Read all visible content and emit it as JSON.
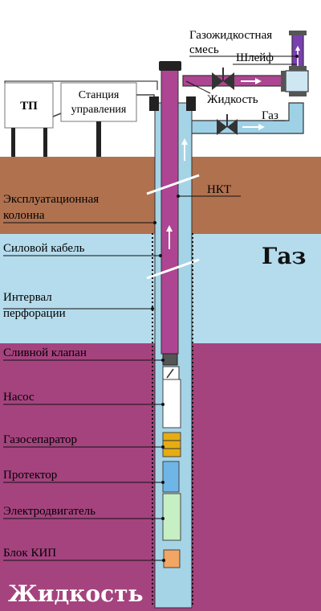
{
  "labels": {
    "mixture_line1": "Газожидкостная",
    "mixture_line2": "смесь",
    "shleif": "Шлейф",
    "liquid_pipe": "Жидкость",
    "gas_pipe": "Газ",
    "tp": "ТП",
    "control_line1": "Станция",
    "control_line2": "управления",
    "nkt": "НКТ",
    "casing_line1": "Эксплуатационная",
    "casing_line2": "колонна",
    "cable": "Силовой кабель",
    "gas_zone": "Газ",
    "perf_line1": "Интервал",
    "perf_line2": "перфорации",
    "drain_valve": "Сливной клапан",
    "pump": "Насос",
    "gas_separator": "Газосепаратор",
    "protector": "Протектор",
    "motor": "Электродвигатель",
    "kip": "Блок КИП",
    "liquid_zone": "Жидкость"
  },
  "colors": {
    "soil": "#b0714f",
    "gas_zone": "#b5dced",
    "liquid_zone": "#a5437f",
    "tubing": "#ad4592",
    "casing": "#a6d4e7",
    "gas_pipe": "#9fd1e6",
    "separator": "#e6ad12",
    "protector": "#6fb6e6",
    "motor": "#c6efc4",
    "kip": "#f1a663",
    "white_text": "#ffffff",
    "black_text": "#111111"
  }
}
